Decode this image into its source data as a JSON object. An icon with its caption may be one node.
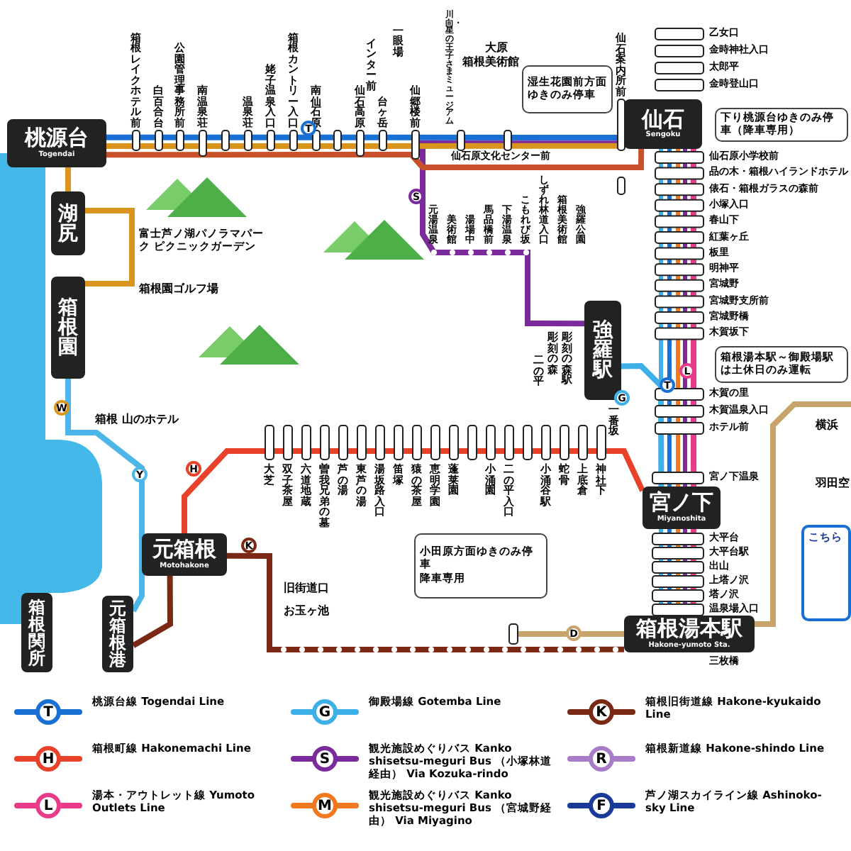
{
  "diagram": {
    "nodes": [
      {
        "text": [
          "桃源台",
          "Togendai"
        ]
      },
      {
        "text": [
          "湖尻"
        ]
      },
      {
        "text": [
          "箱根園"
        ]
      },
      {
        "text": [
          "仙石",
          "Sengoku"
        ]
      },
      {
        "text": [
          "強羅駅"
        ]
      },
      {
        "text": [
          "宮ノ下",
          "Miyanoshita"
        ]
      },
      {
        "text": [
          "箱根湯本駅",
          "Hakone-yumoto Sta."
        ]
      },
      {
        "text": [
          "元箱根",
          "Motohakone"
        ]
      },
      {
        "text": [
          "元箱根港"
        ]
      },
      {
        "text": [
          "箱根関所"
        ]
      },
      {
        "text": [
          "湿生花園前方面ゆきのみ停車"
        ]
      },
      {
        "text": [
          "下り桃源台ゆきのみ停車（降車専用）"
        ]
      },
      {
        "text": [
          "箱根湯本駅～御殿場駅は土休日のみ運転"
        ]
      },
      {
        "text": [
          "小田原方面ゆきのみ停車",
          "降車専用"
        ]
      },
      {
        "text": [
          "こちら"
        ]
      }
    ],
    "edges": [
      {
        "from": 0,
        "to": 3,
        "arrow": "none",
        "color": "#1a6fd4"
      },
      {
        "from": 0,
        "to": 1,
        "arrow": "none",
        "color": "#d9951e"
      },
      {
        "from": 1,
        "to": 2,
        "arrow": "none",
        "color": "#d9951e"
      },
      {
        "from": 2,
        "to": 8,
        "arrow": "none",
        "color": "#4db6e8"
      },
      {
        "from": 7,
        "to": 5,
        "arrow": "none",
        "color": "#e8432a"
      },
      {
        "from": 7,
        "to": 6,
        "arrow": "none",
        "color": "#7a2a14"
      },
      {
        "from": 7,
        "to": 8,
        "arrow": "none",
        "color": "#7a2a14"
      },
      {
        "from": 3,
        "to": 4,
        "arrow": "none",
        "color": "#7a2a9a"
      },
      {
        "from": 4,
        "to": 5,
        "arrow": "none",
        "color": "#3db0e8"
      },
      {
        "from": 5,
        "to": 6,
        "arrow": "none",
        "color": "#e83c8a"
      },
      {
        "from": 3,
        "to": 5,
        "arrow": "none",
        "color": "#e83c8a"
      },
      {
        "from": 0,
        "to": 3,
        "arrow": "none",
        "color": "#d9951e"
      },
      {
        "from": 0,
        "to": 3,
        "arrow": "none",
        "color": "#c8502a"
      },
      {
        "from": 6,
        "to": null,
        "arrow": "none",
        "color": "#c9a46a"
      },
      {
        "from": 6,
        "to": null,
        "arrow": "none",
        "color": "#c9a46a"
      },
      {
        "from": 3,
        "to": 5,
        "arrow": "none",
        "color": "#3db0e8"
      },
      {
        "from": 3,
        "to": 5,
        "arrow": "none",
        "color": "#1a6fd4"
      },
      {
        "from": 3,
        "to": 5,
        "arrow": "none",
        "color": "#f07820"
      },
      {
        "from": 3,
        "to": 5,
        "arrow": "none",
        "color": "#7a2a9a"
      },
      {
        "from": 5,
        "to": 6,
        "arrow": "none",
        "color": "#3db0e8"
      },
      {
        "from": 5,
        "to": 6,
        "arrow": "none",
        "color": "#1a6fd4"
      },
      {
        "from": 5,
        "to": 6,
        "arrow": "none",
        "color": "#f07820"
      },
      {
        "from": 5,
        "to": 6,
        "arrow": "none",
        "color": "#7a2a9a"
      }
    ],
    "labels": [
      "箱根レイクホテル前",
      "白百合台",
      "公園管理事務所前",
      "南温泉荘",
      "温泉荘",
      "姥子温泉入口",
      "箱根カントリー入口",
      "南仙石原",
      "仙石高原",
      "台ヶ岳",
      "仙郷楼前",
      "インター前",
      "一眼場",
      "川向・星の王子さまミュージアム",
      "大原",
      "箱根美術館",
      "仙石案内所前",
      "乙女口",
      "金時神社入口",
      "太郎平",
      "金時登山口",
      "仙石原文化センター前",
      "仙石原小学校前",
      "品の木・箱根ハイランドホテル",
      "俵石・箱根ガラスの森前",
      "小塚入口",
      "春山下",
      "紅葉ヶ丘",
      "板里",
      "明神平",
      "宮城野",
      "宮城野支所前",
      "宮城野橋",
      "木賀坂下",
      "木賀の里",
      "木賀温泉入口",
      "ホテル前",
      "富士芦ノ湖パノラマパーク ピクニックガーデン",
      "箱根園ゴルフ場",
      "箱根 山のホテル",
      "元湯温泉",
      "美術館",
      "湯場中",
      "馬品橋前",
      "下湯温泉",
      "こもれび坂",
      "しずれ林道入口",
      "箱根美術館",
      "強羅公園",
      "二の平",
      "彫刻の森",
      "彫刻の森駅",
      "一番坂",
      "大芝",
      "双子茶屋",
      "六道地蔵",
      "曽我兄弟の墓",
      "芦の湯",
      "東芦の湯",
      "湯坂路入口",
      "笛塚",
      "猿の茶屋",
      "恵明学園",
      "蓬莱園",
      "小涌園",
      "二の平入口",
      "小涌谷駅",
      "蛇骨",
      "上底倉",
      "神社下",
      "宮ノ下温泉",
      "大平台",
      "大平台駅",
      "出山",
      "上塔ノ沢",
      "塔ノ沢",
      "温泉場入口",
      "三枚橋",
      "旧街道口",
      "お玉ヶ池",
      "横浜",
      "羽田空",
      "T",
      "S",
      "W",
      "G",
      "T",
      "L",
      "Y",
      "H",
      "K",
      "D",
      "T",
      "G",
      "K",
      "H",
      "S",
      "R",
      "L",
      "M",
      "F"
    ],
    "legend": [
      {
        "text": "桃源台線 Togendai Line",
        "color": "#1a6fd4"
      },
      {
        "text": "御殿場線 Gotemba Line",
        "color": "#3db0e8"
      },
      {
        "text": "箱根旧街道線 Hakone-kyukaido Line",
        "color": "#7a2a14"
      },
      {
        "text": "箱根町線 Hakonemachi Line",
        "color": "#e8432a"
      },
      {
        "text": "観光施設めぐりバス Kanko shisetsu-meguri Bus （小塚林道経由） Via Kozuka-rindo",
        "color": "#7a2a9a"
      },
      {
        "text": "箱根新道線 Hakone-shindo Line",
        "color": "#a77cc8"
      },
      {
        "text": "湯本・アウトレット線 Yumoto Outlets Line",
        "color": "#e83c8a"
      },
      {
        "text": "観光施設めぐりバス Kanko shisetsu-meguri Bus （宮城野経由） Via Miyagino",
        "color": "#f07820"
      },
      {
        "text": "芦ノ湖スカイライン線 Ashinoko-sky Line",
        "color": "#1a3a9a"
      }
    ]
  }
}
